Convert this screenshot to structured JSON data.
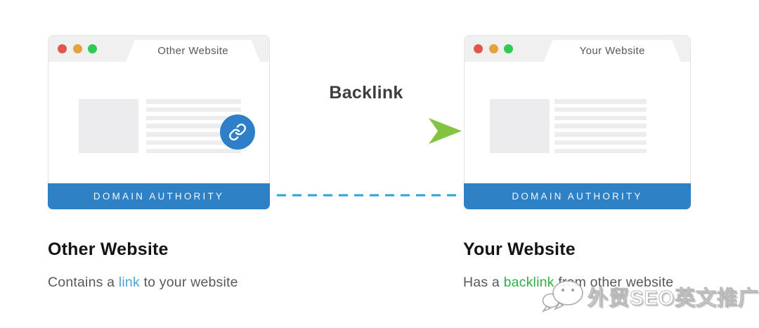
{
  "left_window": {
    "tab_label": "Other Website",
    "bar_label": "DOMAIN AUTHORITY"
  },
  "right_window": {
    "tab_label": "Your Website",
    "bar_label": "DOMAIN AUTHORITY"
  },
  "arrow": {
    "label": "Backlink"
  },
  "left_caption": {
    "title": "Other Website",
    "text_before": "Contains a ",
    "highlight_word": "link",
    "text_after": " to your website"
  },
  "right_caption": {
    "title": "Your Website",
    "text_before": "Has a ",
    "highlight_word": "backlink",
    "text_after": " from other website"
  },
  "watermark": {
    "text": "外贸SEO英文推广",
    "icon": "wechat-icon"
  },
  "icons": {
    "link_badge": "chain-link-icon",
    "traffic_lights": [
      "close-icon",
      "minimize-icon",
      "zoom-icon"
    ]
  },
  "colors": {
    "domain_authority_bar": "#2e81c5",
    "link_badge_blue": "#2d80c7",
    "dashed_connector_blue": "#2ba2db",
    "arrow_gradient_start": "#2c7fca",
    "arrow_gradient_end": "#8cc63f",
    "link_word_blue": "#4ba3cf",
    "backlink_word_green": "#2fae49",
    "dot_red": "#e2574c",
    "dot_orange": "#e7a13b",
    "dot_green": "#2ecb52"
  }
}
